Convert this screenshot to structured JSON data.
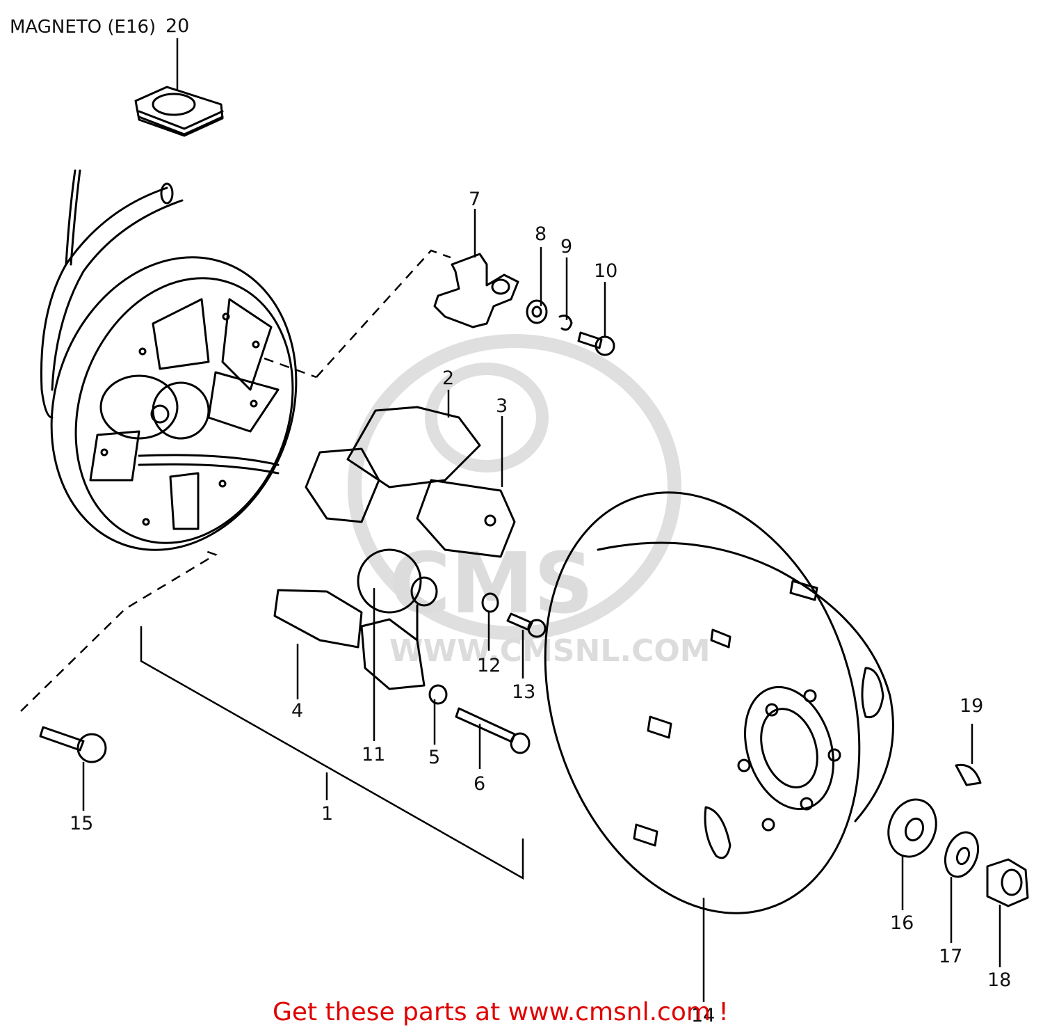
{
  "title": "MAGNETO (E16)",
  "footer": "Get these parts at www.cmsnl.com !",
  "watermark": {
    "logo_text": "CMS",
    "url_text": "WWW.CMSNL.COM"
  },
  "callouts": [
    {
      "number": "20"
    },
    {
      "number": "7"
    },
    {
      "number": "8"
    },
    {
      "number": "9"
    },
    {
      "number": "10"
    },
    {
      "number": "2"
    },
    {
      "number": "3"
    },
    {
      "number": "12"
    },
    {
      "number": "13"
    },
    {
      "number": "4"
    },
    {
      "number": "11"
    },
    {
      "number": "5"
    },
    {
      "number": "6"
    },
    {
      "number": "1"
    },
    {
      "number": "15"
    },
    {
      "number": "19"
    },
    {
      "number": "16"
    },
    {
      "number": "17"
    },
    {
      "number": "18"
    },
    {
      "number": "14"
    }
  ],
  "colors": {
    "line": "#000000",
    "footer": "#e00000",
    "watermark": "#d9d9d9"
  }
}
